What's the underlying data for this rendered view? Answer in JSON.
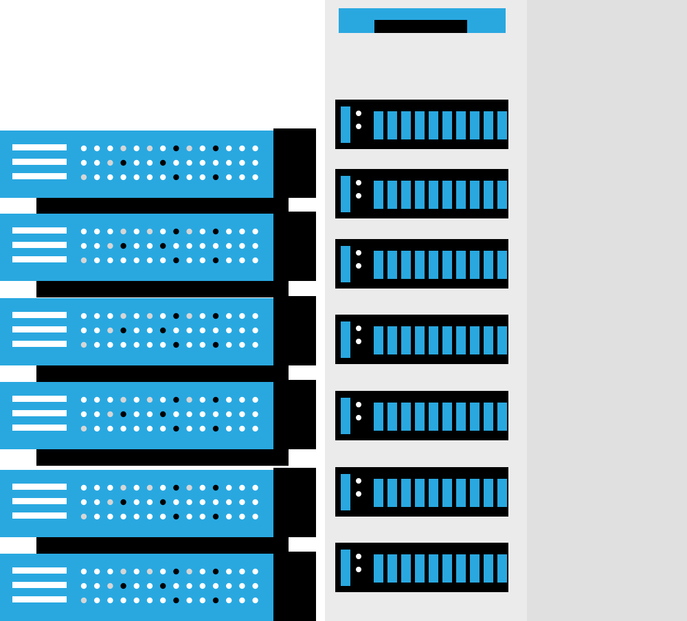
{
  "colors": {
    "blue": "#29a8e0",
    "black": "#000000",
    "white": "#ffffff",
    "grey_dot": "#d6d6d6",
    "rack_bg": "#ebebeb",
    "side_panel": "#e0e0e0"
  },
  "server_stack": {
    "unit_count": 6,
    "led_pattern": [
      [
        "w",
        "w",
        "w",
        "g",
        "w",
        "g",
        "w",
        "b",
        "g",
        "w",
        "b",
        "w",
        "w",
        "w"
      ],
      [
        "w",
        "w",
        "g",
        "b",
        "w",
        "w",
        "b",
        "w",
        "w",
        "w",
        "w",
        "w",
        "w",
        "w"
      ],
      [
        "g",
        "w",
        "w",
        "w",
        "w",
        "w",
        "w",
        "b",
        "w",
        "w",
        "b",
        "w",
        "w",
        "w"
      ]
    ]
  },
  "rack": {
    "unit_count": 7,
    "drive_slots_per_unit": 10
  }
}
